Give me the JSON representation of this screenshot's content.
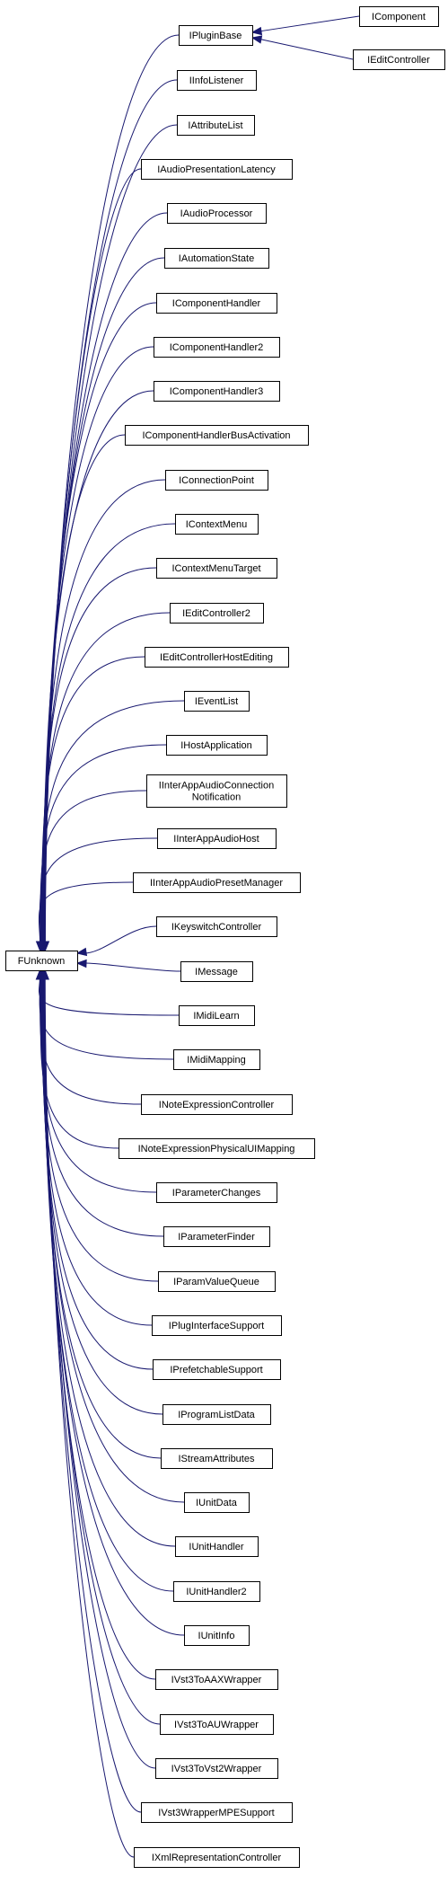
{
  "root": "FUnknown",
  "interfaces": [
    "IPluginBase",
    "IInfoListener",
    "IAttributeList",
    "IAudioPresentationLatency",
    "IAudioProcessor",
    "IAutomationState",
    "IComponentHandler",
    "IComponentHandler2",
    "IComponentHandler3",
    "IComponentHandlerBusActivation",
    "IConnectionPoint",
    "IContextMenu",
    "IContextMenuTarget",
    "IEditController2",
    "IEditControllerHostEditing",
    "IEventList",
    "IHostApplication",
    [
      "IInterAppAudioConnection",
      "Notification"
    ],
    "IInterAppAudioHost",
    "IInterAppAudioPresetManager",
    "IKeyswitchController",
    "IMessage",
    "IMidiLearn",
    "IMidiMapping",
    "INoteExpressionController",
    "INoteExpressionPhysicalUIMapping",
    "IParameterChanges",
    "IParameterFinder",
    "IParamValueQueue",
    "IPlugInterfaceSupport",
    "IPrefetchableSupport",
    "IProgramListData",
    "IStreamAttributes",
    "IUnitData",
    "IUnitHandler",
    "IUnitHandler2",
    "IUnitInfo",
    "IVst3ToAAXWrapper",
    "IVst3ToAUWrapper",
    "IVst3ToVst2Wrapper",
    "IVst3WrapperMPESupport",
    "IXmlRepresentationController"
  ],
  "pluginbase_children": [
    "IComponent",
    "IEditController"
  ]
}
